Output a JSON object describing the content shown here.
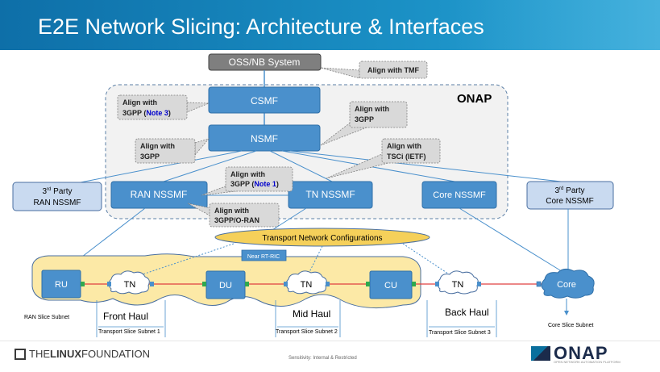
{
  "header": {
    "title": "E2E Network Slicing: Architecture & Interfaces"
  },
  "diagram": {
    "oss": "OSS/NB System",
    "onap_label": "ONAP",
    "csmf": "CSMF",
    "nsmf": "NSMF",
    "ran_nssmf": "RAN NSSMF",
    "tn_nssmf": "TN NSSMF",
    "core_nssmf": "Core NSSMF",
    "third_party_ran": {
      "prefix": "3",
      "sup": "rd",
      "suffix": " Party",
      "line2": "RAN  NSSMF"
    },
    "third_party_core": {
      "prefix": "3",
      "sup": "rd",
      "suffix": " Party",
      "line2": "Core NSSMF"
    },
    "callouts": {
      "tmf": "Align with TMF",
      "csmf_note_l1": "Align with",
      "csmf_note_l2": "3GPP (",
      "csmf_note_link": "Note 3",
      "csmf_note_l3": ")",
      "nsmf_3gpp_l1": "Align with",
      "nsmf_3gpp_l2": "3GPP",
      "right_3gpp_l1": "Align with",
      "right_3gpp_l2": "3GPP",
      "ietf_l1": "Align with",
      "ietf_l2": "TSCi (IETF)",
      "note1_l1": "Align with",
      "note1_l2": "3GPP (",
      "note1_link": "Note 1",
      "note1_l3": ")",
      "oran_l1": "Align with",
      "oran_l2": "3GPP/O-RAN"
    },
    "transport_config": "Transport Network Configurations",
    "near_rt_ric": "Near RT-RIC",
    "ru": "RU",
    "du": "DU",
    "cu": "CU",
    "tn": "TN",
    "core": "Core",
    "ran_slice_subnet": "RAN Slice Subnet",
    "front_haul": "Front Haul",
    "mid_haul": "Mid Haul",
    "back_haul": "Back Haul",
    "transport_ss_1": "Transport Slice Subnet 1",
    "transport_ss_2": "Transport Slice Subnet 2",
    "transport_ss_3": "Transport Slice Subnet 3",
    "core_slice_subnet": "Core Slice Subnet"
  },
  "footer": {
    "lf_part1": "THE",
    "lf_part2": "LINUX",
    "lf_part3": " FOUNDATION",
    "sensitivity": "Sensitivity: Internal & Restricted",
    "onap": "ONAP",
    "onap_tag": "OPEN NETWORK AUTOMATION PLATFORM"
  },
  "colors": {
    "box_blue": "#4a90cc",
    "light_box": "#c9daf0",
    "callout_gray": "#d9d9d9",
    "ran_fill": "#fce9a6",
    "ellipse_yellow": "#f5d05a",
    "link_red": "#e04040",
    "port_green": "#2fa84f",
    "note_blue": "#0000cc"
  }
}
